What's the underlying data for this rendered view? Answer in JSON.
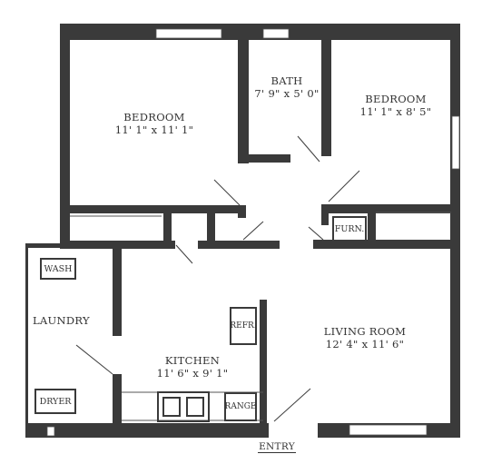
{
  "rooms": {
    "bedroom1": {
      "name": "BEDROOM",
      "dims": "11' 1\" x 11' 1\""
    },
    "bath": {
      "name": "BATH",
      "dims": "7' 9\" x 5' 0\""
    },
    "bedroom2": {
      "name": "BEDROOM",
      "dims": "11' 1\" x 8' 5\""
    },
    "laundry": {
      "name": "LAUNDRY"
    },
    "kitchen": {
      "name": "KITCHEN",
      "dims": "11' 6\" x 9' 1\""
    },
    "living": {
      "name": "LIVING ROOM",
      "dims": "12' 4\" x 11' 6\""
    }
  },
  "fixtures": {
    "wash": "WASH",
    "dryer": "DRYER",
    "refr": "REFR.",
    "range": "RANGE",
    "furn": "FURN."
  },
  "entry_label": "ENTRY",
  "colors": {
    "wall": "#3a3a3a",
    "ink": "#333333",
    "background": "#ffffff"
  }
}
